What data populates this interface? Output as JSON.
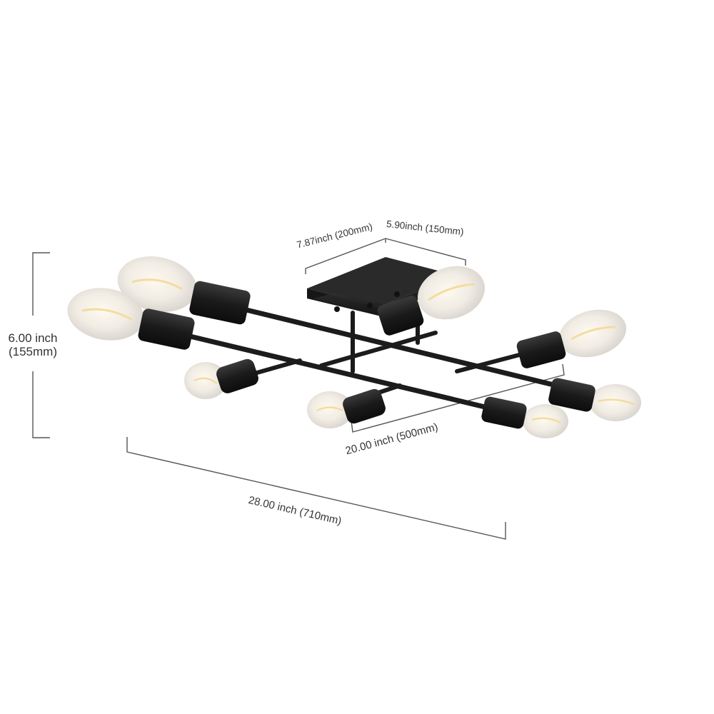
{
  "product": {
    "type": "8-light sputnik semi-flush ceiling light",
    "finish_color": "#1e1e1e",
    "bulb_count": 8,
    "bulb_glow_color": "#f3dca0"
  },
  "dimensions": {
    "canopy_length": {
      "label": "7.87inch (200mm)"
    },
    "canopy_width": {
      "label": "5.90inch (150mm)"
    },
    "height": {
      "line1": "6.00 inch",
      "line2": "(155mm)"
    },
    "inner_width": {
      "label": "20.00 inch (500mm)"
    },
    "overall_length": {
      "label": "28.00 inch (710mm)"
    }
  },
  "colors": {
    "dimension_line": "#555555",
    "text": "#333333",
    "background": "#ffffff"
  }
}
